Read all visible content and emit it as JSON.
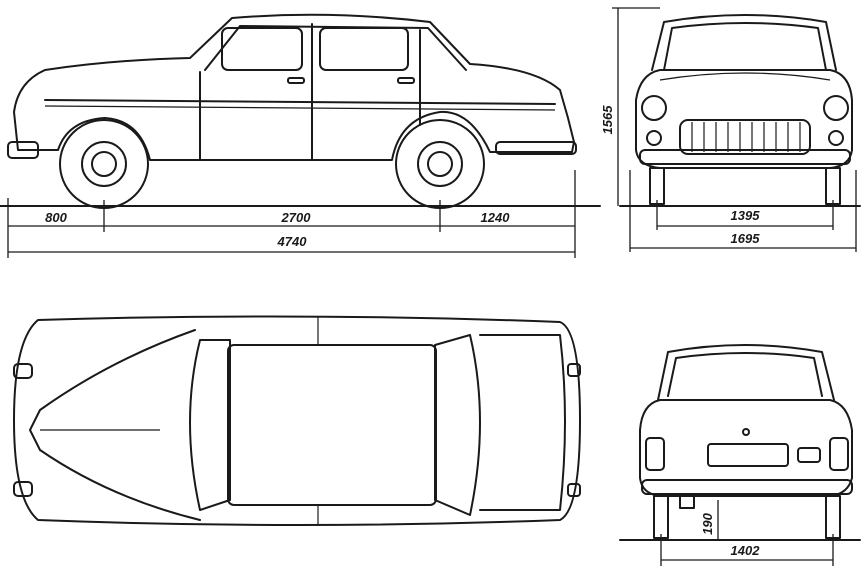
{
  "dimensions": {
    "front_overhang": "800",
    "wheelbase": "2700",
    "rear_overhang": "1240",
    "overall_length": "4740",
    "height": "1565",
    "front_track": "1395",
    "overall_width": "1695",
    "ground_clearance": "190",
    "rear_track": "1402"
  }
}
